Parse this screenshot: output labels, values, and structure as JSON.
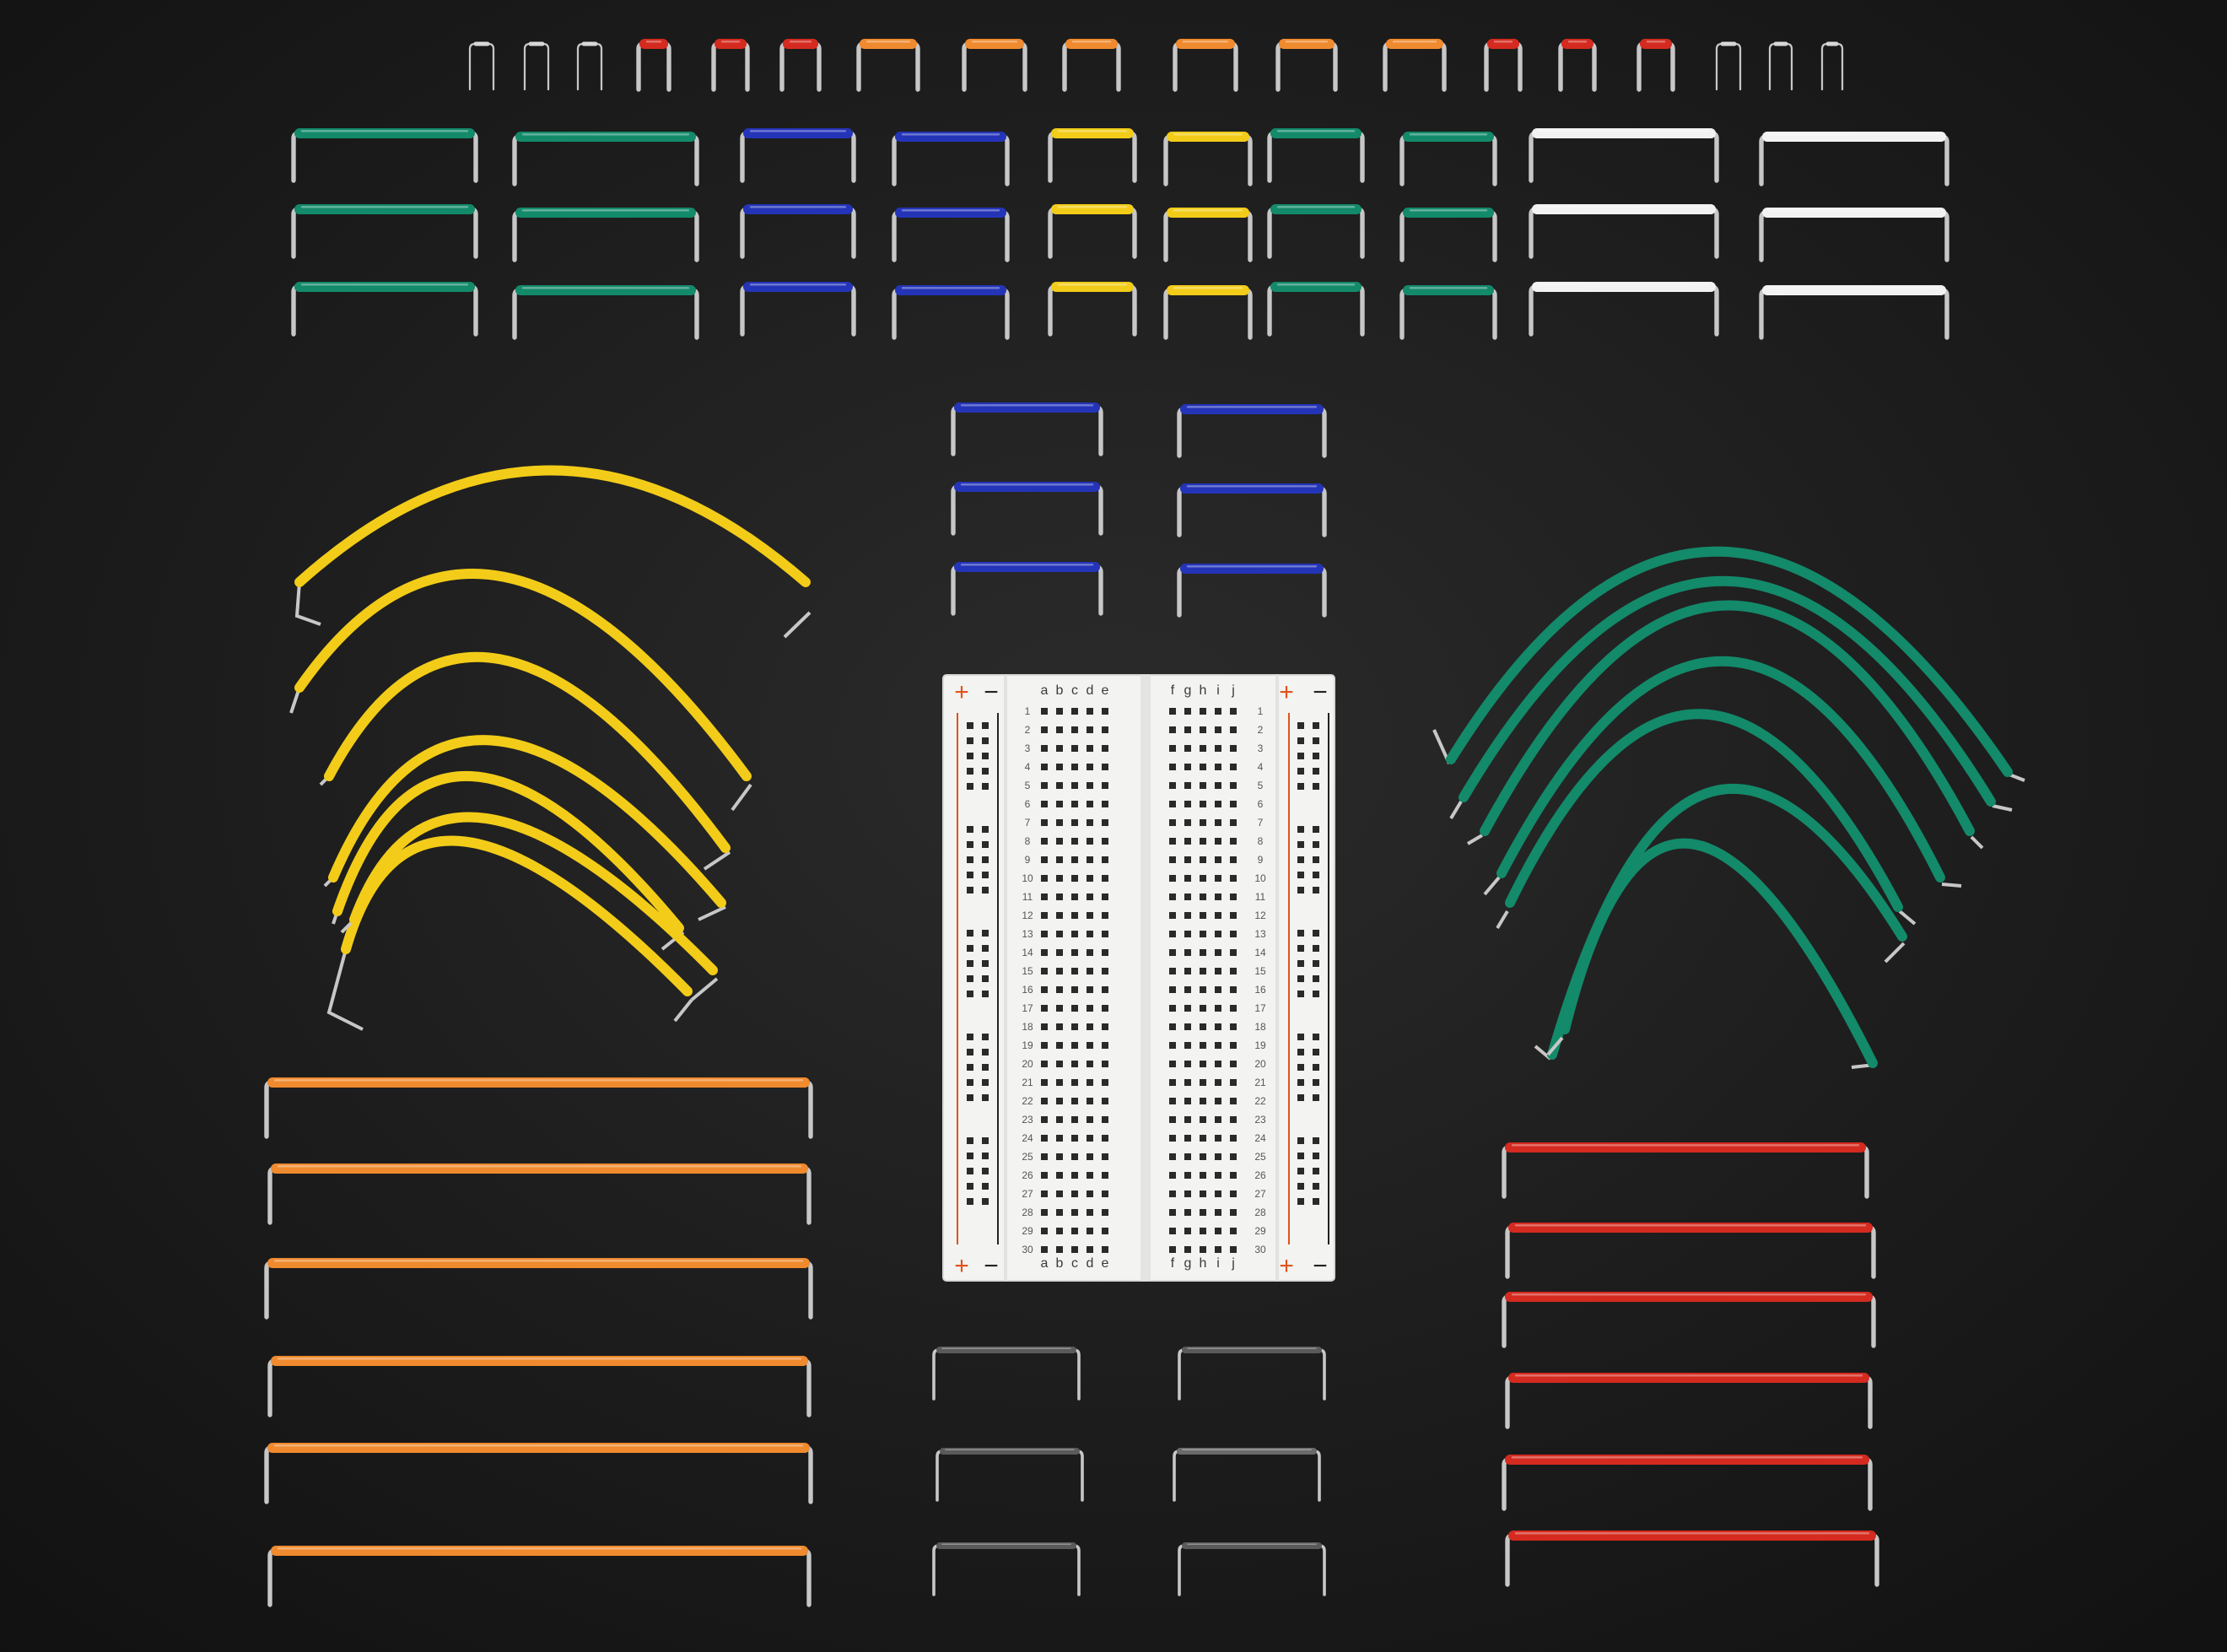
{
  "scene": {
    "subject": "jumper-wire-kit-with-half-size-breadboard",
    "background_color": "#1c1c1c",
    "wire_colors": {
      "gray": "#d5d5d5",
      "red": "#d42a1f",
      "orange": "#f08a2e",
      "green": "#138a6a",
      "blue": "#2434b8",
      "yellow": "#f2cc18",
      "white": "#f2f2f2",
      "dark_gray": "#5a5a5a",
      "lead": "#c7c7c7"
    }
  },
  "breadboard": {
    "column_letters_left": [
      "a",
      "b",
      "c",
      "d",
      "e"
    ],
    "column_letters_right": [
      "f",
      "g",
      "h",
      "i",
      "j"
    ],
    "row_numbers": [
      "1",
      "2",
      "3",
      "4",
      "5",
      "6",
      "7",
      "8",
      "9",
      "10",
      "11",
      "12",
      "13",
      "14",
      "15",
      "16",
      "17",
      "18",
      "19",
      "20",
      "21",
      "22",
      "23",
      "24",
      "25",
      "26",
      "27",
      "28",
      "29",
      "30"
    ],
    "plus_sign": "+",
    "minus_sign": "−",
    "plus_color": "#e0531c",
    "board_color": "#f3f3f1"
  }
}
